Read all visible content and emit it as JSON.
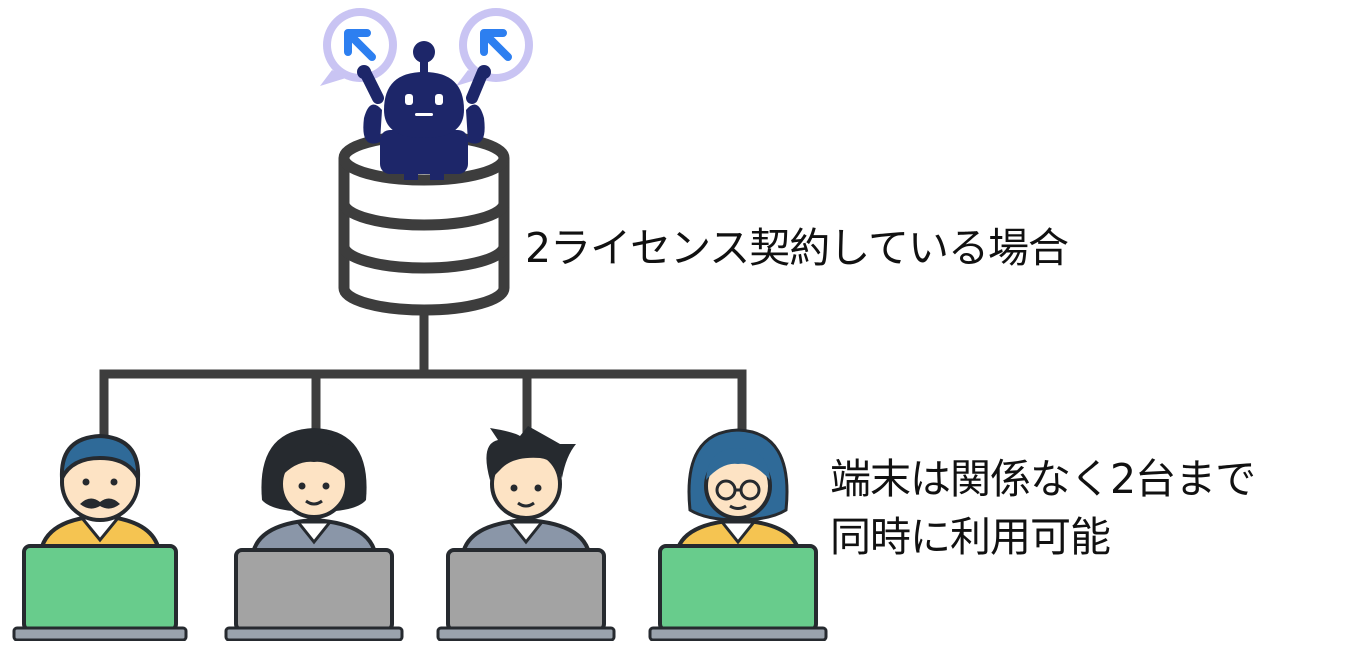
{
  "license_text": "2ライセンス契約している場合",
  "usage_text": {
    "line1": "端末は関係なく2台まで",
    "line2": "同時に利用可能"
  },
  "colors": {
    "line": "#3d3d3d",
    "robot": "#1d2669",
    "bubble_ring": "#c9c4f3",
    "arrow": "#2d7ff0",
    "active_screen": "#68cc8c",
    "idle_screen": "#a3a3a3",
    "outline": "#262a2f"
  },
  "icons": [
    "robot-icon",
    "database-icon",
    "person-icon",
    "laptop-icon",
    "arrow-up-left-icon"
  ],
  "terminals": [
    {
      "kind": "man-with-mustache",
      "active": true
    },
    {
      "kind": "woman-bob-hair",
      "active": false
    },
    {
      "kind": "man-spiky-hair",
      "active": false
    },
    {
      "kind": "woman-with-glasses",
      "active": true
    }
  ]
}
